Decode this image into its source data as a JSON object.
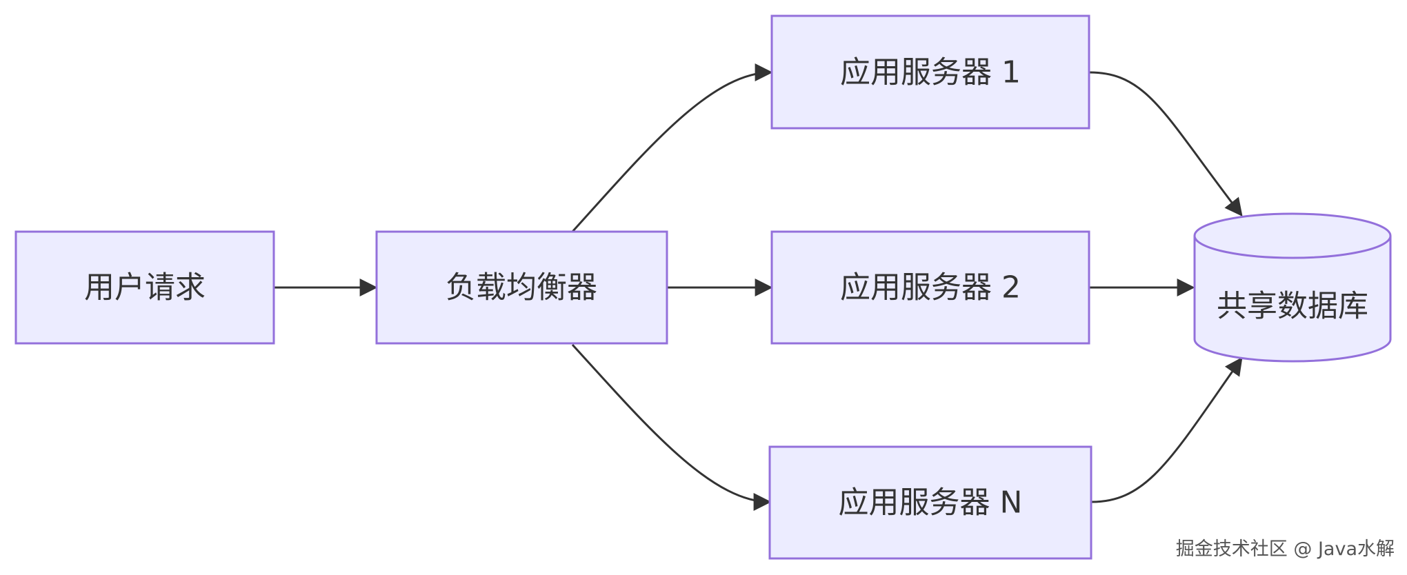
{
  "diagram": {
    "type": "flowchart",
    "direction": "LR",
    "colors": {
      "node_fill": "#ECECFF",
      "node_border": "#9370DB",
      "edge": "#333333",
      "text": "#333333"
    },
    "nodes": {
      "user_request": {
        "label": "用户请求",
        "shape": "rect"
      },
      "load_balancer": {
        "label": "负载均衡器",
        "shape": "rect"
      },
      "app_server_1": {
        "label": "应用服务器 1",
        "shape": "rect"
      },
      "app_server_2": {
        "label": "应用服务器 2",
        "shape": "rect"
      },
      "app_server_n": {
        "label": "应用服务器 N",
        "shape": "rect"
      },
      "shared_db": {
        "label": "共享数据库",
        "shape": "cylinder"
      }
    },
    "edges": [
      {
        "from": "user_request",
        "to": "load_balancer"
      },
      {
        "from": "load_balancer",
        "to": "app_server_1"
      },
      {
        "from": "load_balancer",
        "to": "app_server_2"
      },
      {
        "from": "load_balancer",
        "to": "app_server_n"
      },
      {
        "from": "app_server_1",
        "to": "shared_db"
      },
      {
        "from": "app_server_2",
        "to": "shared_db"
      },
      {
        "from": "app_server_n",
        "to": "shared_db"
      }
    ]
  },
  "watermark": {
    "text": "掘金技术社区 @ Java水解"
  }
}
